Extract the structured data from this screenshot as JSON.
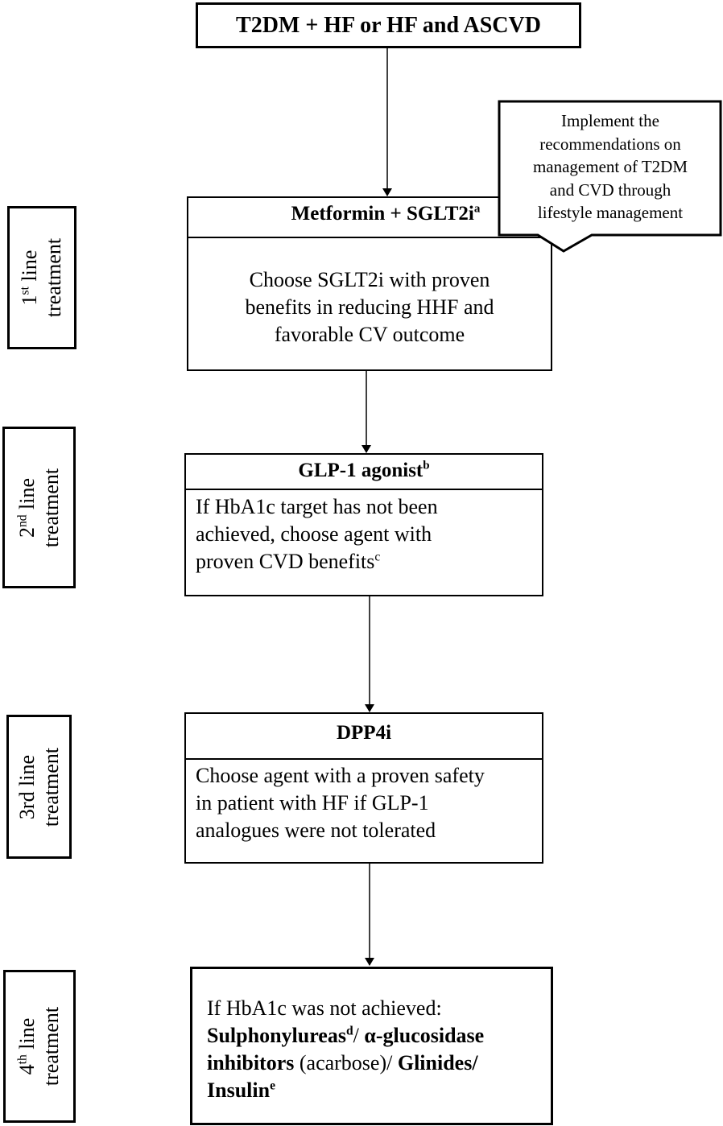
{
  "start": {
    "label": "T2DM + HF or HF and ASCVD"
  },
  "callout": {
    "lines": [
      "Implement the",
      "recommendations on",
      "management of T2DM",
      "and CVD through",
      "lifestyle management"
    ]
  },
  "steps": [
    {
      "side": {
        "num": "1",
        "sup": "st",
        "rest": " line",
        "line2": "treatment"
      },
      "header": {
        "text": "Metformin + SGLT2i",
        "sup": "a"
      },
      "body": [
        "Choose SGLT2i with proven",
        "benefits in reducing HHF and",
        "favorable CV outcome"
      ]
    },
    {
      "side": {
        "num": "2",
        "sup": "nd",
        "rest": " line",
        "line2": "treatment"
      },
      "header": {
        "text": "GLP-1 agonist",
        "sup": "b"
      },
      "body": [
        "If HbA1c target has not been",
        "achieved, choose agent with",
        "proven CVD benefits"
      ],
      "body_sup": "c"
    },
    {
      "side": {
        "num": "3rd line",
        "line2": "treatment"
      },
      "header": {
        "text": "DPP4i"
      },
      "body": [
        "Choose agent with a proven safety",
        "in patient with HF if GLP-1",
        "analogues were not tolerated"
      ]
    },
    {
      "side": {
        "num": "4",
        "sup": "th",
        "rest": " line",
        "line2": "treatment"
      },
      "body4": {
        "intro": "If HbA1c was not achieved:",
        "sulph": "Sulphonylureas",
        "sulph_sup": "d",
        "sep1": "/ ",
        "alpha": "α-glucosidase",
        "inhib": "inhibitors",
        "acarbose": " (acarbose)/ ",
        "glinides": "Glinides/",
        "insulin": "Insulin",
        "insulin_sup": "e"
      }
    }
  ]
}
